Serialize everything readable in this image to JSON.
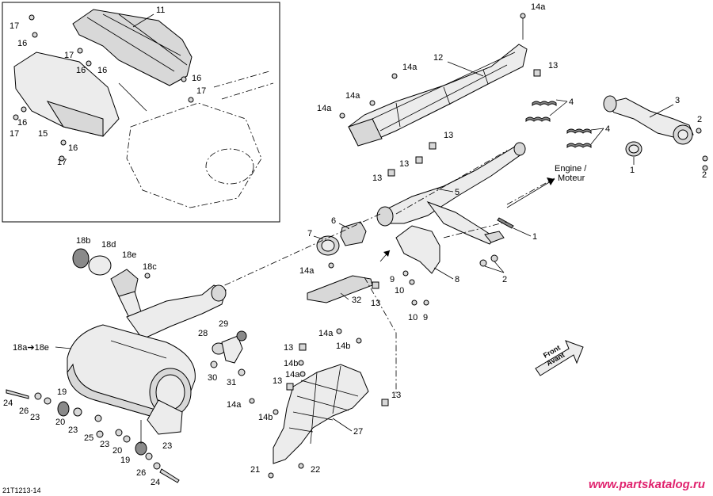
{
  "diagram": {
    "reference_code": "21T1213-14",
    "watermark": "www.partskatalog.ru",
    "engine_label_line1": "Engine /",
    "engine_label_line2": "Moteur",
    "front_label_line1": "Front",
    "front_label_line2": "Avant",
    "callouts": {
      "c11": "11",
      "c17a": "17",
      "c16a": "16",
      "c17b": "17",
      "c16b": "16",
      "c16c": "16",
      "c17c": "17",
      "c16d": "16",
      "c17d": "17",
      "c15": "15",
      "c16e": "16",
      "c17e": "17",
      "c14a_top": "14a",
      "c12": "12",
      "c13_top": "13",
      "c14a_b": "14a",
      "c14a_c": "14a",
      "c14a_d": "14a",
      "c13_b": "13",
      "c13_c": "13",
      "c13_d": "13",
      "c4a": "4",
      "c4b": "4",
      "c3": "3",
      "c2a": "2",
      "c2b": "2",
      "c1a": "1",
      "c5": "5",
      "c6": "6",
      "c7": "7",
      "c1b": "1",
      "c2c": "2",
      "c8": "8",
      "c14a_e": "14a",
      "c13_e": "13",
      "c32": "32",
      "c9a": "9",
      "c10a": "10",
      "c10b": "10",
      "c9b": "9",
      "c18b": "18b",
      "c18d": "18d",
      "c18e": "18e",
      "c18c": "18c",
      "c18a": "18a➔18e",
      "c28": "28",
      "c29": "29",
      "c30": "30",
      "c31": "31",
      "c14a_f": "14a",
      "c13_f": "13",
      "c14b_a": "14b",
      "c14b_b": "14b",
      "c14a_g": "14a",
      "c13_g": "13",
      "c13_h": "13",
      "c14a_h": "14a",
      "c14b_c": "14b",
      "c27": "27",
      "c21": "21",
      "c22": "22",
      "c24a": "24",
      "c26a": "26",
      "c23a": "23",
      "c19a": "19",
      "c20a": "20",
      "c23b": "23",
      "c25": "25",
      "c23c": "23",
      "c20b": "20",
      "c19b": "19",
      "c23d": "23",
      "c26b": "26",
      "c24b": "24"
    }
  }
}
